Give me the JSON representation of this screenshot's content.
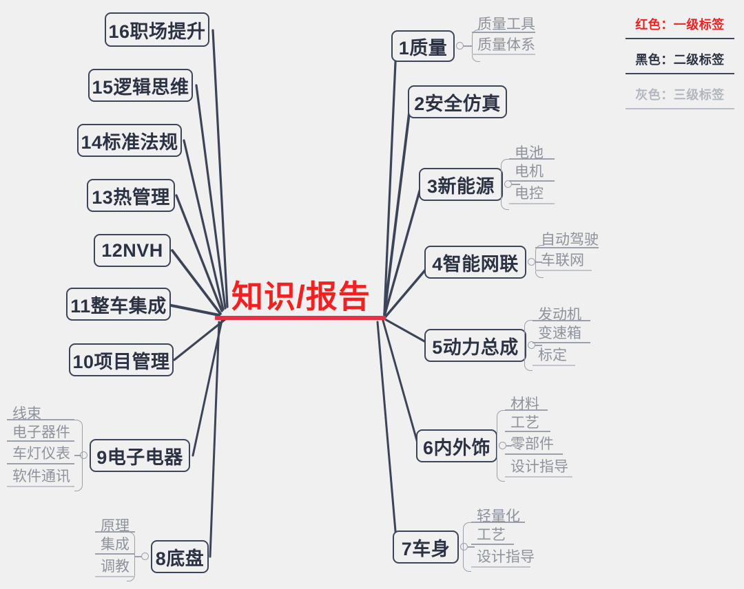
{
  "root": {
    "label": "知识/报告",
    "color": "#f32020",
    "underline_color": "#ea3144"
  },
  "legend": {
    "rows": [
      {
        "label": "红色：一级标签",
        "color": "#f32020",
        "level": "1"
      },
      {
        "label": "黑色：二级标签",
        "color": "#2b3244",
        "level": "2"
      },
      {
        "label": "灰色：三级标签",
        "color": "#b2b7bf",
        "level": "3"
      }
    ]
  },
  "branches": [
    {
      "id": "1",
      "label": "1质量",
      "side": "right",
      "children": [
        "质量工具",
        "质量体系"
      ]
    },
    {
      "id": "2",
      "label": "2安全仿真",
      "side": "right",
      "children": []
    },
    {
      "id": "3",
      "label": "3新能源",
      "side": "right",
      "children": [
        "电池",
        "电机",
        "电控"
      ]
    },
    {
      "id": "4",
      "label": "4智能网联",
      "side": "right",
      "children": [
        "自动驾驶",
        "车联网"
      ]
    },
    {
      "id": "5",
      "label": "5动力总成",
      "side": "right",
      "children": [
        "发动机",
        "变速箱",
        "标定"
      ]
    },
    {
      "id": "6",
      "label": "6内外饰",
      "side": "right",
      "children": [
        "材料",
        "工艺",
        "零部件",
        "设计指导"
      ]
    },
    {
      "id": "7",
      "label": "7车身",
      "side": "right",
      "children": [
        "轻量化",
        "工艺",
        "设计指导"
      ]
    },
    {
      "id": "8",
      "label": "8底盘",
      "side": "left",
      "children": [
        "原理",
        "集成",
        "调教"
      ]
    },
    {
      "id": "9",
      "label": "9电子电器",
      "side": "left",
      "children": [
        "线束",
        "电子器件",
        "车灯仪表",
        "软件通讯"
      ]
    },
    {
      "id": "10",
      "label": "10项目管理",
      "side": "left",
      "children": []
    },
    {
      "id": "11",
      "label": "11整车集成",
      "side": "left",
      "children": []
    },
    {
      "id": "12",
      "label": "12NVH",
      "side": "left",
      "children": []
    },
    {
      "id": "13",
      "label": "13热管理",
      "side": "left",
      "children": []
    },
    {
      "id": "14",
      "label": "14标准法规",
      "side": "left",
      "children": []
    },
    {
      "id": "15",
      "label": "15逻辑思维",
      "side": "left",
      "children": []
    },
    {
      "id": "16",
      "label": "16职场提升",
      "side": "left",
      "children": []
    }
  ],
  "theme": {
    "background": "#f0f0f0",
    "node_border": "#3c4457",
    "node_text": "#2b3244",
    "sub_text": "#8d929c",
    "sub_line": "#9aa0ab",
    "edge_color": "#3c4457"
  }
}
